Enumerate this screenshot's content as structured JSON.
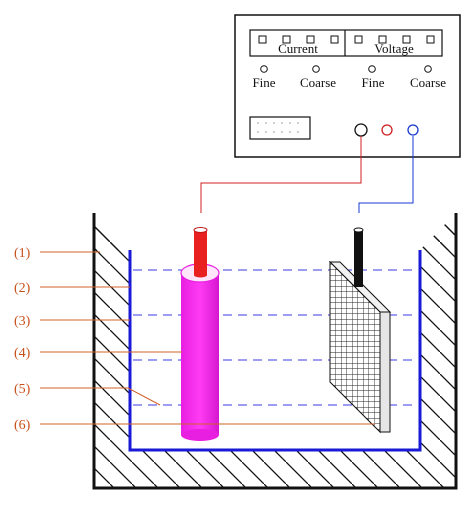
{
  "power_supply": {
    "current_label": "Current",
    "voltage_label": "Voltage",
    "fine_label_1": "Fine",
    "coarse_label_1": "Coarse",
    "fine_label_2": "Fine",
    "coarse_label_2": "Coarse"
  },
  "callouts": [
    "(1)",
    "(2)",
    "(3)",
    "(4)",
    "(5)",
    "(6)"
  ],
  "colors": {
    "outline": "#111111",
    "tank_wall": "#1a1ad6",
    "electrolyte_line": "#3a3ae0",
    "anode_wire": "#d02020",
    "cathode_wire": "#1a3ad0",
    "cylinder": "#e81ee0",
    "callout": "#d2602a",
    "terminal_red": "#d02020",
    "terminal_blue": "#1a3ad0"
  },
  "icons": {
    "hatched_wall": "diagonal-hatch",
    "mesh_cathode": "grid-mesh",
    "terminal": "ring-terminal"
  }
}
